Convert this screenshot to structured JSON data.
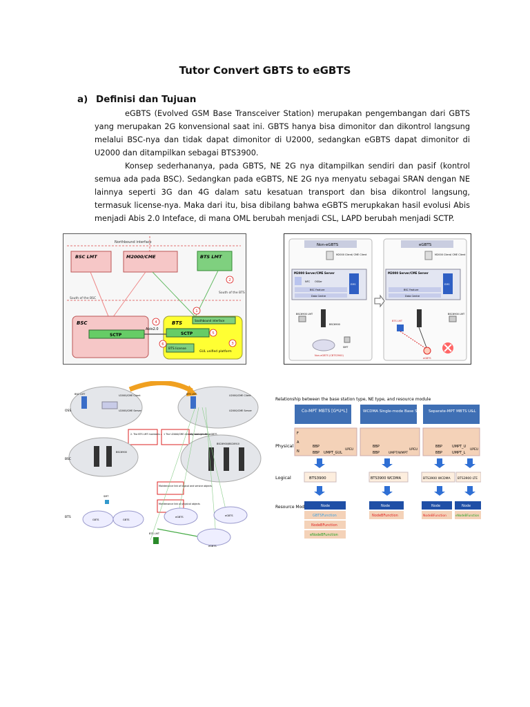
{
  "doc": {
    "title": "Tutor Convert GBTS to eGBTS",
    "section": {
      "label": "a)",
      "title": "Definisi dan Tujuan"
    },
    "paragraph1": "eGBTS (Evolved GSM Base Transceiver Station) merupakan pengembangan dari GBTS yang merupakan 2G konvensional saat ini. GBTS hanya bisa dimonitor dan dikontrol langsung melalui BSC-nya dan tidak dapat dimonitor di U2000, sedangkan eGBTS dapat dimonitor di U2000 dan ditampilkan sebagai BTS3900.",
    "paragraph2": "Konsep sederhananya, pada GBTS, NE 2G nya ditampilkan sendiri dan pasif (kontrol semua ada pada BSC). Sedangkan pada eGBTS, NE 2G nya menyatu sebagai SRAN dengan NE lainnya seperti 3G dan 4G dalam satu kesatuan transport dan bisa dikontrol langsung, termasuk license-nya. Maka dari itu, bisa dibilang bahwa eGBTS merupkakan hasil evolusi Abis menjadi Abis 2.0 Inteface, di mana OML berubah menjadi CSL, LAPD berubah menjadi SCTP."
  },
  "fig1": {
    "northbound": "Northbound interface",
    "bsc_lmt": "BSC LMT",
    "m2000": "M2000/CME",
    "bts_lmt": "BTS LMT",
    "south_bsc": "South of the BSC",
    "south_bts": "South of the BTS",
    "bsc": "BSC",
    "bts": "BTS",
    "sctp1": "SCTP",
    "sctp2": "SCTP",
    "abis": "Abis2.0",
    "southbound": "Southbound interface",
    "license": "BTS license",
    "platform": "GUL unified platform",
    "n1": "1",
    "n2": "2",
    "n3": "3",
    "n4": "4",
    "n5": "5",
    "n6": "6"
  },
  "fig2": {
    "left_hdr": "Non-eGBTS",
    "right_hdr": "eGBTS",
    "client": "M2000 Client/ CME Client",
    "server": "M2000 Server/CME Server",
    "nfc": "NFC",
    "dsm": "OSSer",
    "ems": "EMS",
    "bsc_feature": "BSC Feature",
    "data_centre": "Data Centre",
    "bsc_lmt": "BSC6900 LMT",
    "bsc6900": "BSC6900",
    "non_egbts": "Non-eGBTS (CBTS3900)",
    "smt": "SMT",
    "bts_lmt": "BTS LMT",
    "egbts": "eGBTS"
  },
  "fig3": {
    "oss": "OSS",
    "bsc": "BSC",
    "bts": "BTS",
    "lmt1": "BSC LMT",
    "client1": "U2000/CME Client",
    "server1": "U2000/CME Server",
    "bts_lmt": "BTS LMT",
    "bsc6900": "BSC6900",
    "bsc6900_2": "BSC6900/BSC6910",
    "note1": "1 The U2000/CME directly manages the eGBTS.",
    "note2": "2. The BTS LMT maintains and manages the BTS locally and remotely.",
    "box1": "Maintenance link of logical and service objects",
    "box2": "Maintenance link of physical objects",
    "gbts": "GBTS",
    "egbts": "eGBTS",
    "smt": "SMT"
  },
  "fig4": {
    "caption": "Relationship between the base station type, NE type, and resource module",
    "col1": "Co-MPT MBTS [G*U*L]",
    "col2": "WCDMA Single-mode Base Station",
    "col3": "Separate-MPT MBTS U&L",
    "physical": "Physical",
    "logical": "Logical",
    "resource": "Resource Model",
    "bbp": "BBP",
    "umpt_gul": "UMPT_GUL",
    "upeu": "UPEU",
    "umpt_umpt": "UMPT/WMPT",
    "umpt_u": "UMPT_U",
    "umpt_l": "UMPT_L",
    "f": "F",
    "a": "A",
    "n": "N",
    "bts3900": "BTS3900",
    "bts3900_wcdma": "BTS3900 WCDMA",
    "bts3900_wcdma2": "BTS3900 WCDMA",
    "bts3900_lte": "BTS3900 LTE",
    "node": "Node",
    "gbts_fn": "GBTSFunction",
    "nodeb_fn": "NodeBFunction",
    "enodeb_fn": "eNodeBFunction"
  }
}
